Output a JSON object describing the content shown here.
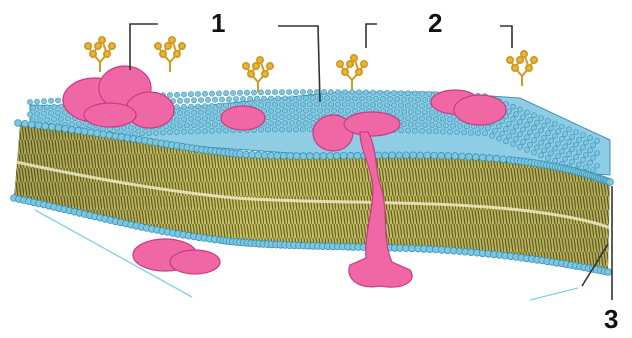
{
  "labels": {
    "one": "1",
    "two": "2",
    "three": "3"
  },
  "colors": {
    "head": "#7cc6e0",
    "head_stroke": "#3d93b6",
    "tail_light": "#d8d67a",
    "tail_dark": "#6f6a22",
    "protein": "#f067a6",
    "protein_dark": "#c93c82",
    "glyco": "#e4b23a",
    "line": "#333333",
    "accent_line": "#7fd1e6"
  },
  "icons": [
    "phospholipid-head",
    "fatty-acid-tail",
    "membrane-protein",
    "glycoprotein-chain"
  ]
}
